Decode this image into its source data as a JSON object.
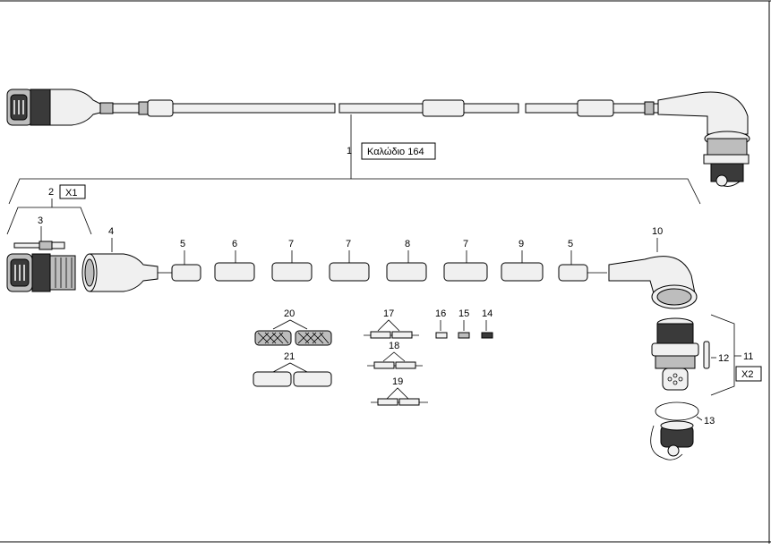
{
  "diagram": {
    "cable_label": "Καλώδιο 164",
    "callouts": {
      "c1": "1",
      "c2": "2",
      "c3": "3",
      "c4": "4",
      "c5a": "5",
      "c6": "6",
      "c7a": "7",
      "c7b": "7",
      "c8": "8",
      "c7c": "7",
      "c9": "9",
      "c5b": "5",
      "c10": "10",
      "c11": "11",
      "c12": "12",
      "c13": "13",
      "c14": "14",
      "c15": "15",
      "c16": "16",
      "c17": "17",
      "c18": "18",
      "c19": "19",
      "c20": "20",
      "c21": "21"
    },
    "ref_x1": "X1",
    "ref_x2": "X2"
  }
}
